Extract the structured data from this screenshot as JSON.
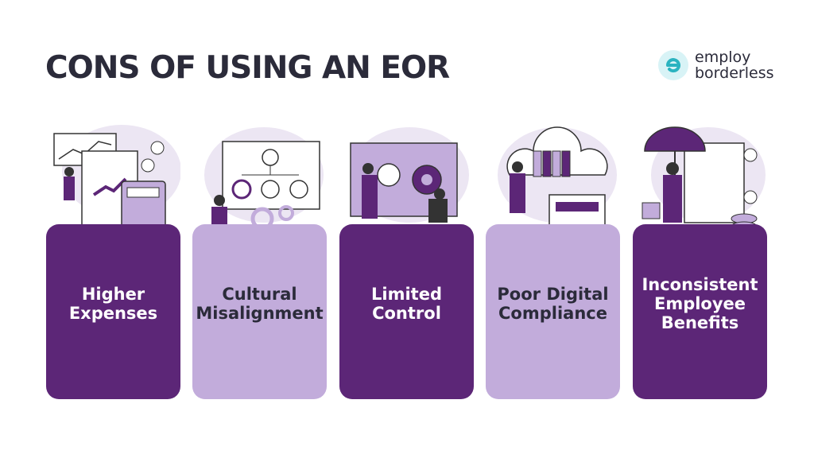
{
  "header": {
    "title": "CONS OF USING AN  EOR"
  },
  "logo": {
    "line1": "employ",
    "line2": "borderless",
    "mark_color": "#2bb3c0"
  },
  "colors": {
    "dark_purple": "#5c2677",
    "light_purple": "#c2acdb",
    "title": "#2b2b3a"
  },
  "cards": [
    {
      "label": "Higher\nExpenses",
      "style": "dark"
    },
    {
      "label": "Cultural\nMisalignment",
      "style": "light"
    },
    {
      "label": "Limited\nControl",
      "style": "dark"
    },
    {
      "label": "Poor Digital\nCompliance",
      "style": "light"
    },
    {
      "label": "Inconsistent\nEmployee\nBenefits",
      "style": "dark"
    }
  ]
}
